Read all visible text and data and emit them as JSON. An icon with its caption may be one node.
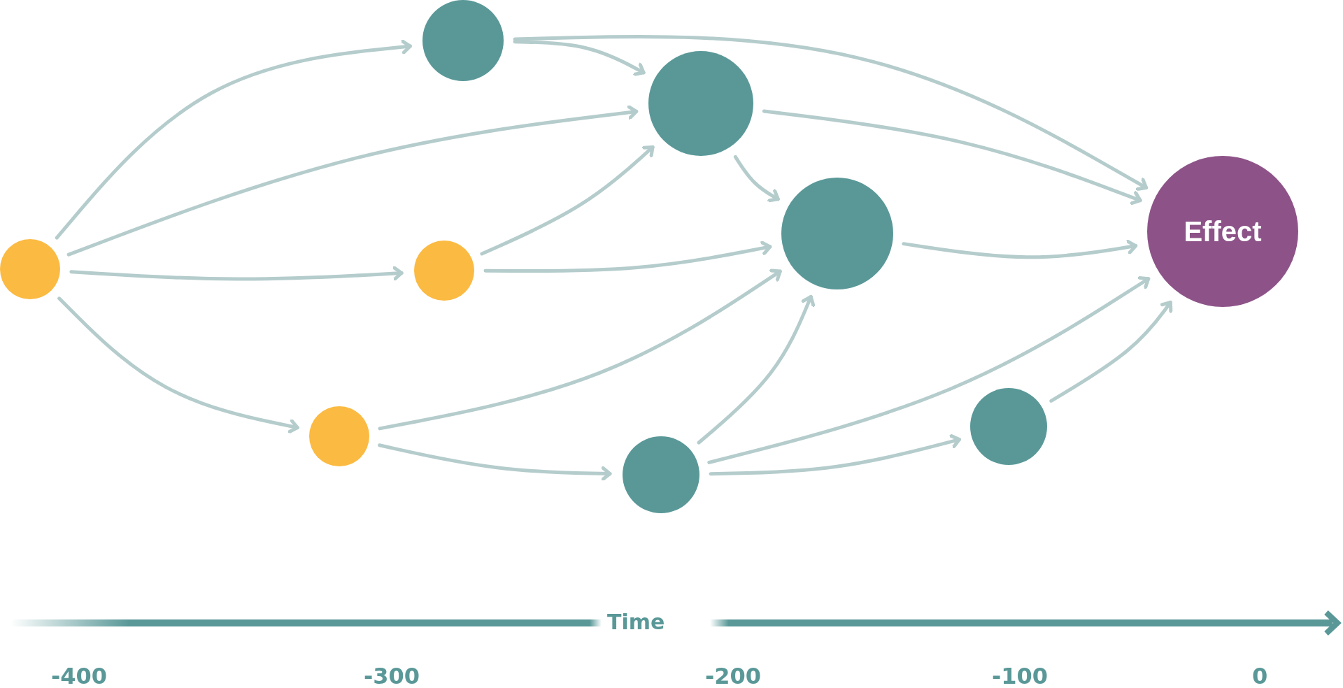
{
  "diagram": {
    "nodes": [
      {
        "text": [],
        "shape": "circle"
      },
      {
        "text": [],
        "shape": "circle"
      },
      {
        "text": [],
        "shape": "circle"
      },
      {
        "text": [],
        "shape": "circle"
      },
      {
        "text": [],
        "shape": "circle"
      },
      {
        "text": [
          "Effect"
        ]
      },
      {
        "text": [],
        "shape": "circle"
      },
      {
        "text": [],
        "shape": "circle"
      },
      {
        "text": [],
        "shape": "circle"
      }
    ],
    "edges": [
      {
        "from": 0,
        "to": 1,
        "arrow": "to"
      },
      {
        "from": 0,
        "to": 2,
        "arrow": "to"
      },
      {
        "from": 0,
        "to": 3,
        "arrow": "to"
      },
      {
        "from": 0,
        "to": 6,
        "arrow": "to"
      },
      {
        "from": 1,
        "to": 2,
        "arrow": "to"
      },
      {
        "from": 1,
        "to": 5,
        "arrow": "to"
      },
      {
        "from": 3,
        "to": 2,
        "arrow": "to"
      },
      {
        "from": 3,
        "to": 4,
        "arrow": "to"
      },
      {
        "from": 2,
        "to": 4,
        "arrow": "to"
      },
      {
        "from": 2,
        "to": 5,
        "arrow": "to"
      },
      {
        "from": 6,
        "to": 4,
        "arrow": "to"
      },
      {
        "from": 6,
        "to": 7,
        "arrow": "to"
      },
      {
        "from": 7,
        "to": 4,
        "arrow": "to"
      },
      {
        "from": 4,
        "to": 5,
        "arrow": "to"
      },
      {
        "from": 7,
        "to": 5,
        "arrow": "to"
      },
      {
        "from": 7,
        "to": 8,
        "arrow": "to"
      },
      {
        "from": 8,
        "to": 5,
        "arrow": "to"
      }
    ],
    "labels": [
      "Time",
      "-400",
      "-300",
      "-200",
      "-100",
      "0"
    ]
  }
}
